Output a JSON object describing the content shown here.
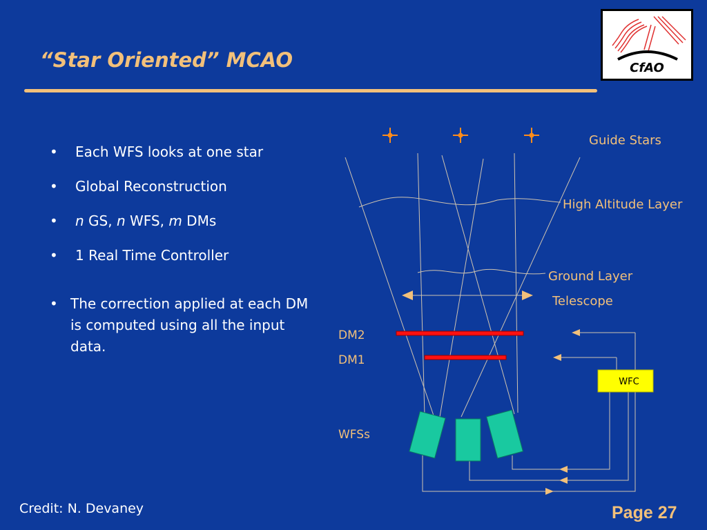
{
  "slide": {
    "title": "“Star Oriented” MCAO",
    "logo_text": "CfAO",
    "credit": "Credit: N. Devaney",
    "page": "Page 27"
  },
  "bullets": {
    "item1": "Each WFS looks at one star",
    "item2": "Global Reconstruction",
    "item3": {
      "n1": "n",
      "gs": " GS, ",
      "n2": "n",
      "wfs": " WFS, ",
      "m": "m",
      "dms": " DMs"
    },
    "item4": "1 Real Time Controller",
    "item5": "The correction applied at each DM is computed using all the input data."
  },
  "diagram": {
    "guide_stars_label": "Guide Stars",
    "high_altitude_label": "High Altitude Layer",
    "ground_layer_label": "Ground Layer",
    "telescope_label": "Telescope",
    "dm2_label": "DM2",
    "dm1_label": "DM1",
    "wfc_label": "WFC",
    "wfss_label": "WFSs",
    "colors": {
      "background": "#0d3a9c",
      "accent": "#f2c07a",
      "dm_bar": "#ff1111",
      "wfs_box": "#19c9a0",
      "wfc_box": "#ffff00",
      "star": "#ff8c1a",
      "lines": "#d0c4b0"
    }
  }
}
